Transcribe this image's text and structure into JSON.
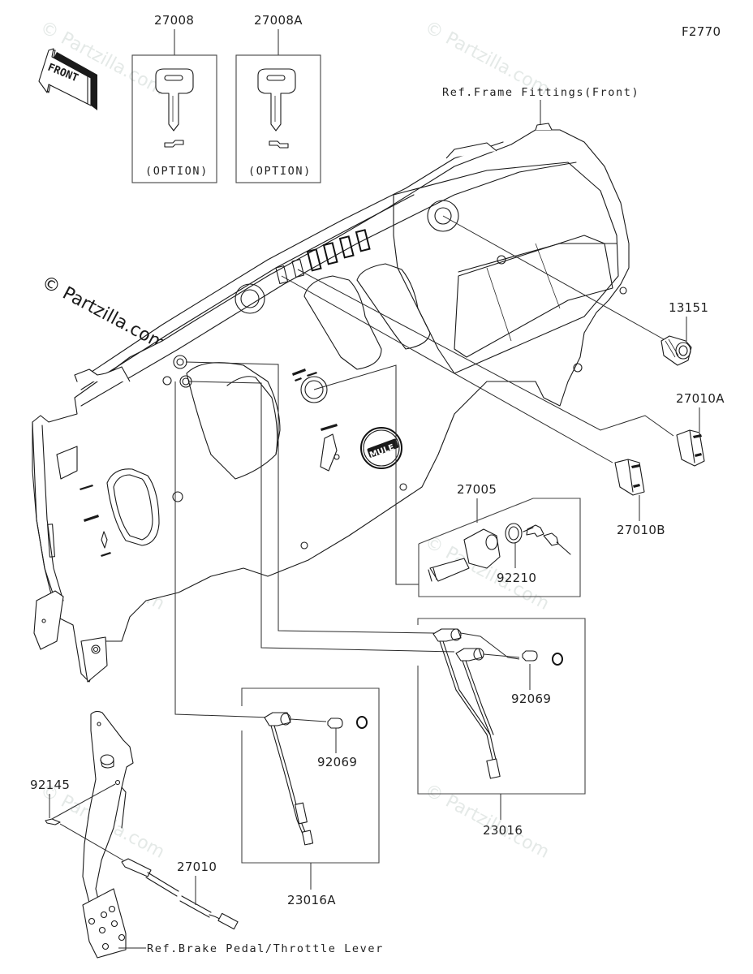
{
  "diagram": {
    "figure_code": "F2770",
    "direction_indicator": "FRONT",
    "watermark": "© Partzilla.com",
    "emblem_text": "MULE",
    "references": {
      "frame_fittings": "Ref.Frame Fittings(Front)",
      "brake_pedal": "Ref.Brake Pedal/Throttle Lever"
    },
    "parts": {
      "key_blank": {
        "number": "27008",
        "note": "(OPTION)"
      },
      "key_blank_a": {
        "number": "27008A",
        "note": "(OPTION)"
      },
      "power_socket": {
        "number": "13151"
      },
      "rocker_switch_a": {
        "number": "27010A"
      },
      "rocker_switch_b": {
        "number": "27010B"
      },
      "ignition_switch": {
        "number": "27005"
      },
      "ignition_nut": {
        "number": "92210"
      },
      "indicator_harness": {
        "number": "23016"
      },
      "indicator_harness_a": {
        "number": "23016A"
      },
      "bulb_upper": {
        "number": "92069"
      },
      "bulb_lower": {
        "number": "92069"
      },
      "brake_switch": {
        "number": "27010"
      },
      "spring": {
        "number": "92145"
      }
    }
  }
}
